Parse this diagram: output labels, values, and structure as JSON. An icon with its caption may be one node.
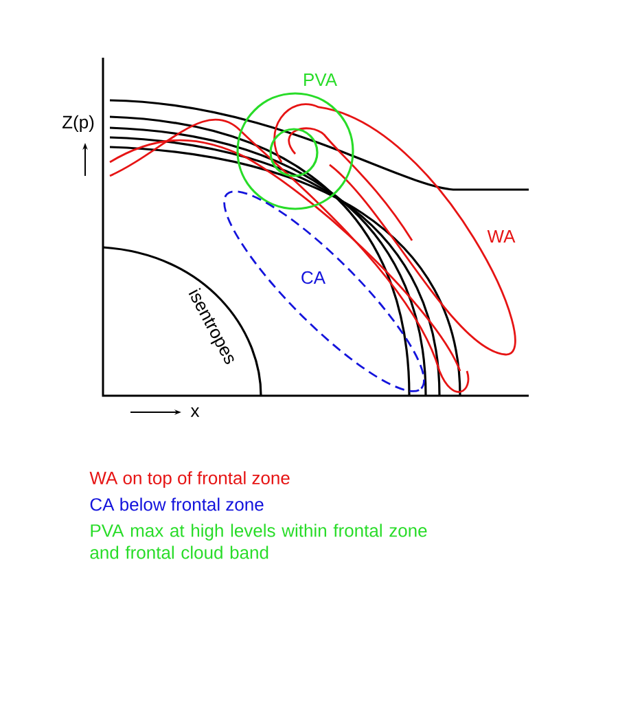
{
  "diagram": {
    "labels": [
      "Z(p)",
      "x",
      "PVA",
      "WA",
      "CA",
      "isentropes",
      "WA on top of frontal zone",
      "CA below frontal zone",
      "PVA max at high levels within frontal zone and frontal cloud band"
    ]
  }
}
